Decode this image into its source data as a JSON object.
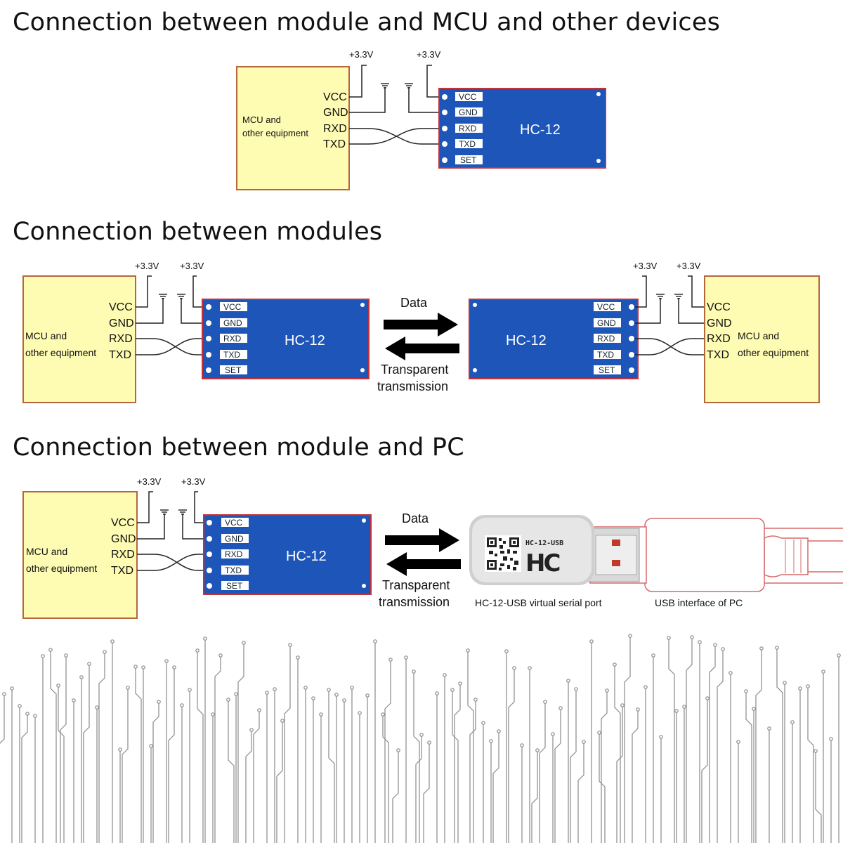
{
  "sections": [
    {
      "title": "Connection between module and MCU and other devices"
    },
    {
      "title": "Connection between modules"
    },
    {
      "title": "Connection between module and PC"
    }
  ],
  "mcu": {
    "label_line1": "MCU and",
    "label_line2_a": "other equipment",
    "label_line2_b": "other equipment",
    "pins": [
      "VCC",
      "GND",
      "RXD",
      "TXD"
    ]
  },
  "module": {
    "name": "HC-12",
    "pins": [
      "VCC",
      "GND",
      "RXD",
      "TXD",
      "SET"
    ]
  },
  "power": {
    "label": "+3.3V"
  },
  "link": {
    "data_label": "Data",
    "transparent_line1": "Transparent",
    "transparent_line2": "transmission"
  },
  "usb": {
    "stick_label": "HC-12-USB",
    "logo": "HC",
    "caption_left": "HC-12-USB virtual serial port",
    "caption_right": "USB interface of PC"
  },
  "colors": {
    "mcu_fill": "#fefbb3",
    "mcu_stroke": "#b4673b",
    "module_fill": "#1e55b8",
    "module_stroke": "#c2323a",
    "pin_fill": "#ffffff",
    "cable_stroke": "#d66a6a",
    "circuit": "#8a8a8a"
  },
  "icons": [
    "ground-icon",
    "arrow-right-icon",
    "arrow-left-icon",
    "qr-code-icon",
    "usb-stick-icon",
    "circuit-background-icon"
  ]
}
